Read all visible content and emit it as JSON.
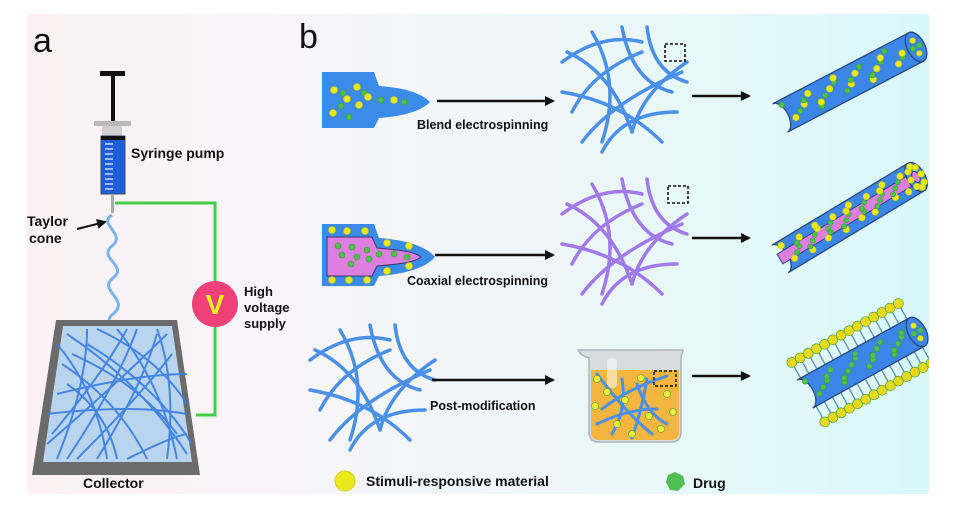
{
  "panels": {
    "a": {
      "label": "a",
      "syringe_label": "Syringe pump",
      "taylor_label_line1": "Taylor",
      "taylor_label_line2": "cone",
      "voltage_symbol": "V",
      "voltage_label_line1": "High",
      "voltage_label_line2": "voltage",
      "voltage_label_line3": "supply",
      "collector_label": "Collector"
    },
    "b": {
      "label": "b",
      "rows": [
        {
          "method": "Blend electrospinning"
        },
        {
          "method": "Coaxial electrospinning"
        },
        {
          "method": "Post-modification"
        }
      ]
    }
  },
  "legend": {
    "items": [
      {
        "label": "Stimuli-responsive material",
        "color": "#e8e81a"
      },
      {
        "label": "Drug",
        "color": "#4fc04f"
      }
    ]
  },
  "colors": {
    "fiber_blue": "#4a90e8",
    "fiber_purple": "#a07ae8",
    "core_pink": "#de7ee0",
    "wire_green": "#44cc44",
    "voltage_pink": "#f0407a",
    "collector_gray": "#6b6b6b",
    "beaker_orange": "#f5b640"
  }
}
